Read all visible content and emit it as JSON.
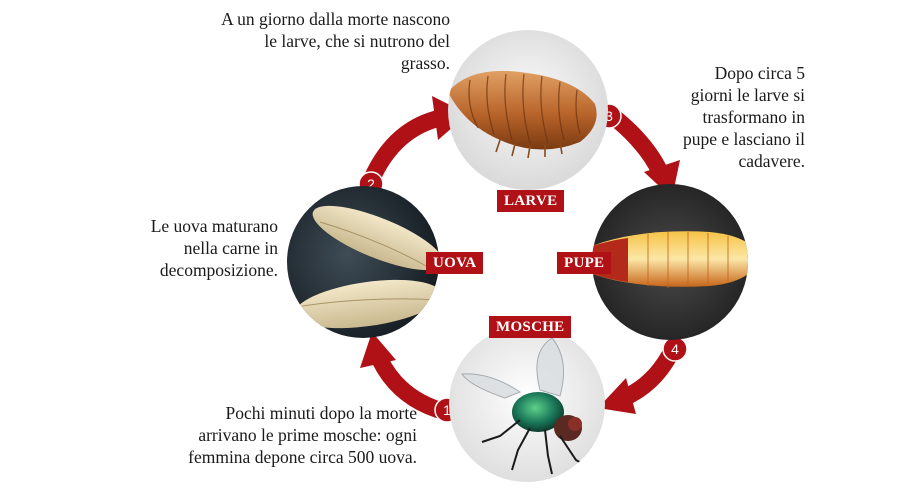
{
  "captions": {
    "larve": "A un giorno dalla morte nascono\nle larve, che si nutrono del\ngrasso.",
    "pupe": "Dopo circa 5\ngiorni le larve si\ntrasformano in\npupe e lasciano il\ncadavere.",
    "uova": "Le uova maturano\nnella carne in\ndecomposizione.",
    "mosche": "Pochi minuti dopo la morte\narrivano le prime mosche: ogni\nfemmina depone circa 500 uova."
  },
  "stage_labels": {
    "larve": "LARVE",
    "uova": "UOVA",
    "pupe": "PUPE",
    "mosche": "MOSCHE"
  },
  "steps": [
    "1",
    "2",
    "3",
    "4"
  ],
  "colors": {
    "arrow": "#b01116",
    "label_bg": "#b01116",
    "label_text": "#ffffff"
  }
}
